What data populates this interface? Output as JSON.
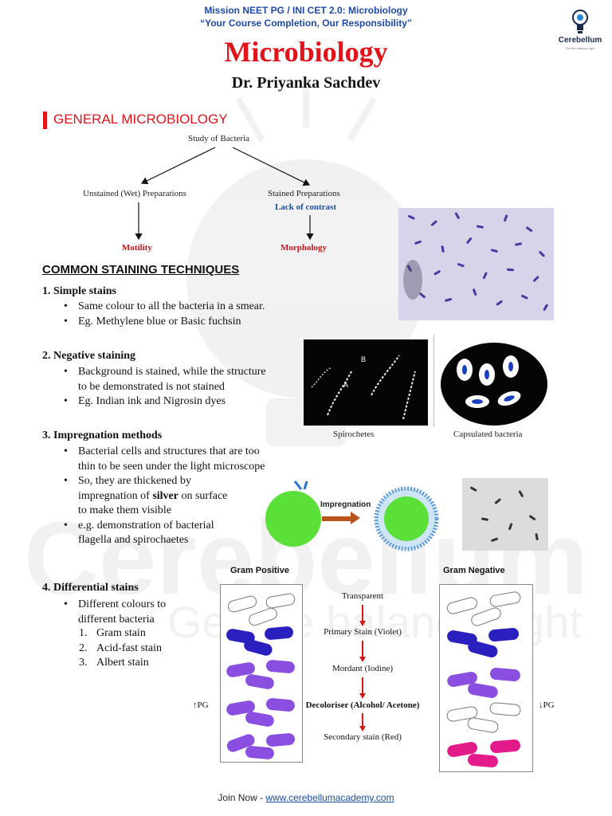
{
  "header": {
    "line1": "Mission NEET PG / INI CET 2.0: Microbiology",
    "line2": "“Your Course Completion, Our Responsibility”",
    "title": "Microbiology",
    "author": "Dr. Priyanka Sachdev",
    "logo_text": "Cerebellum",
    "logo_tagline": "Get the balance right"
  },
  "section": {
    "title": "GENERAL MICROBIOLOGY"
  },
  "flow": {
    "root": "Study of Bacteria",
    "left": "Unstained (Wet) Preparations",
    "right": "Stained Preparations",
    "right_note": "Lack of contrast",
    "left_out": "Motility",
    "right_out": "Morphology"
  },
  "staining": {
    "heading": "COMMON STAINING TECHNIQUES",
    "simple": {
      "title": "1. Simple stains",
      "bullets": [
        "Same colour to all the bacteria in a smear.",
        "Eg. Methylene blue or Basic fuchsin"
      ]
    },
    "negative": {
      "title": "2. Negative staining",
      "b1l1": "Background is stained, while the structure",
      "b1l2": "to be demonstrated is not stained",
      "b2": "Eg. Indian ink and Nigrosin dyes"
    },
    "impregnation": {
      "title": "3. Impregnation methods",
      "b1l1": "Bacterial cells and structures that are too",
      "b1l2": "thin to be seen under the light microscope",
      "b2l1": "So, they are thickened by",
      "b2l2a": "impregnation of ",
      "b2l2b": "silver",
      "b2l2c": " on surface",
      "b2l3": "to make them visible",
      "b3l1": "e.g. demonstration of bacterial",
      "b3l2": "flagella and spirochaetes"
    },
    "differential": {
      "title": "4. Differential stains",
      "b1l1": "Different colours to",
      "b1l2": "different bacteria",
      "items": [
        {
          "num": "1.",
          "text": "Gram stain"
        },
        {
          "num": "2.",
          "text": "Acid-fast stain"
        },
        {
          "num": "3.",
          "text": "Albert stain"
        }
      ]
    }
  },
  "images": {
    "spirochetes_caption": "Spirochetes",
    "capsulated_caption": "Capsulated bacteria",
    "label_a": "A",
    "label_b": "B",
    "impregnation_label": "Impregnation"
  },
  "gram": {
    "positive_title": "Gram Positive",
    "negative_title": "Gram Negative",
    "steps": [
      "Transparent",
      "Primary Stain (Violet)",
      "Mordant  (Iodine)",
      "Decoloriser (Alcohol/ Acetone)",
      "Secondary stain (Red)"
    ],
    "left_side": "↑PG",
    "right_side": "↓PG"
  },
  "footer": {
    "prefix": "Join Now - ",
    "link": "www.cerebellumacademy.com"
  },
  "colors": {
    "accent_red": "#e1141b",
    "header_blue": "#1f4aa8",
    "link_blue": "#1a4ea1"
  }
}
